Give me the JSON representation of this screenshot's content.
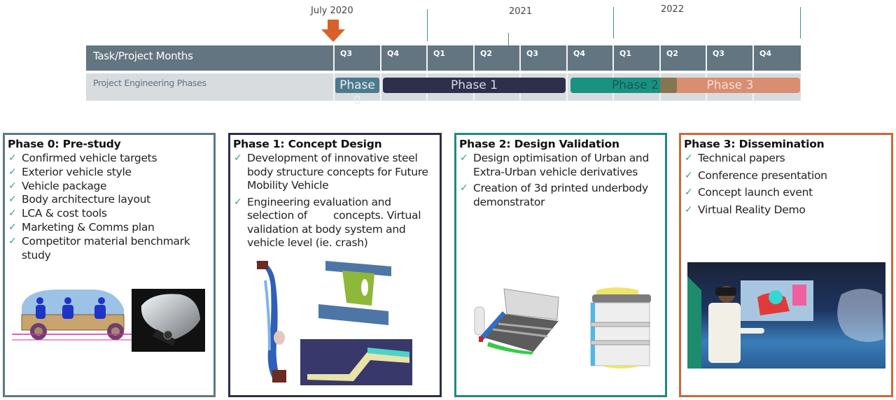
{
  "timeline": {
    "marker_label": "July 2020",
    "years": [
      "2021",
      "2022"
    ],
    "header_title": "Task/Project Months",
    "row_title": "Project Engineering Phases",
    "quarters": [
      "Q3",
      "Q4",
      "Q1",
      "Q2",
      "Q3",
      "Q4",
      "Q1",
      "Q2",
      "Q3",
      "Q4"
    ],
    "bars": [
      {
        "label": "Phase 0",
        "color": "#4d7a8c",
        "text_color": "#e8eef2"
      },
      {
        "label": "Phase 1",
        "color": "#2d2f4b",
        "text_color": "#d8dae6"
      },
      {
        "label": "Phase 2",
        "color": "#1a9282",
        "text_color": "#155a55"
      },
      {
        "label": "Phase 3",
        "color": "#d98e72",
        "text_color": "#f6ddd2"
      }
    ],
    "overlap_color": "#857652",
    "arrow_color": "#d9602a"
  },
  "phases": [
    {
      "title": "Phase 0: Pre-study",
      "border": "#5d7888",
      "items": [
        "Confirmed vehicle targets",
        "Exterior vehicle style",
        "Vehicle package",
        "Body architecture layout",
        "LCA & cost tools",
        "Marketing & Comms plan",
        "Competitor material benchmark study"
      ],
      "images": [
        "vehicle-package-cutaway",
        "exterior-vehicle-render"
      ]
    },
    {
      "title": "Phase 1: Concept Design",
      "border": "#2d2f4b",
      "items": [
        "Development of innovative steel body structure concepts for Future Mobility Vehicle",
        "Engineering evaluation and selection of        concepts. Virtual validation at body system and vehicle level (ie. crash)"
      ],
      "images": [
        "b-pillar-fea",
        "topology-optimised-bracket",
        "crash-rail-simulation"
      ]
    },
    {
      "title": "Phase 2: Design Validation",
      "border": "#1f8a7c",
      "items": [
        "Design optimisation of Urban and Extra-Urban vehicle derivatives",
        "Creation of 3d printed underbody demonstrator"
      ],
      "images": [
        "underbody-isometric",
        "underbody-plan-view"
      ]
    },
    {
      "title": "Phase 3: Dissemination",
      "border": "#c9693a",
      "items": [
        "Technical papers",
        "Conference presentation",
        "Concept launch event",
        "Virtual Reality Demo"
      ],
      "images": [
        "virtual-reality-demo-photo"
      ]
    }
  ],
  "check_glyph": "✓"
}
